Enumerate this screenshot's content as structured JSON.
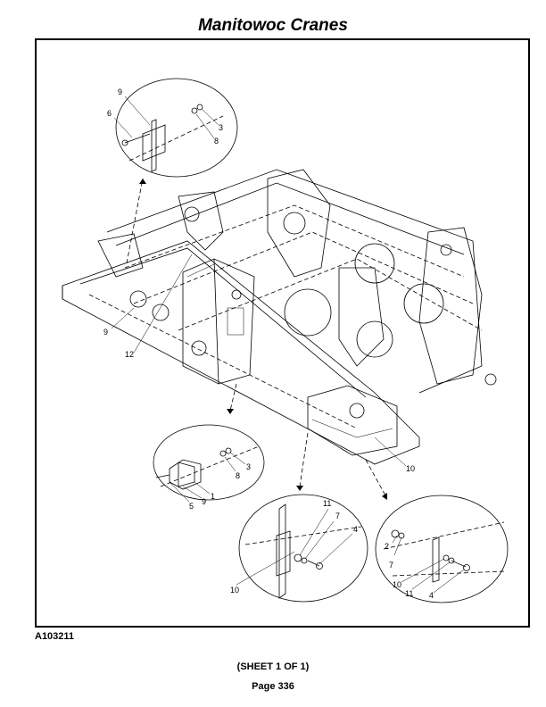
{
  "header": {
    "title": "Manitowoc Cranes"
  },
  "figure": {
    "id": "A103211",
    "sheet": "(SHEET 1 OF 1)",
    "page": "Page 336",
    "callouts": {
      "top_detail": [
        "9",
        "6",
        "3",
        "8"
      ],
      "main": [
        "9",
        "12",
        "10"
      ],
      "mid_detail": [
        "3",
        "8",
        "1",
        "9",
        "5"
      ],
      "bl_detail": [
        "11",
        "7",
        "4",
        "10"
      ],
      "br_detail": [
        "2",
        "7",
        "10",
        "11",
        "4"
      ]
    }
  }
}
